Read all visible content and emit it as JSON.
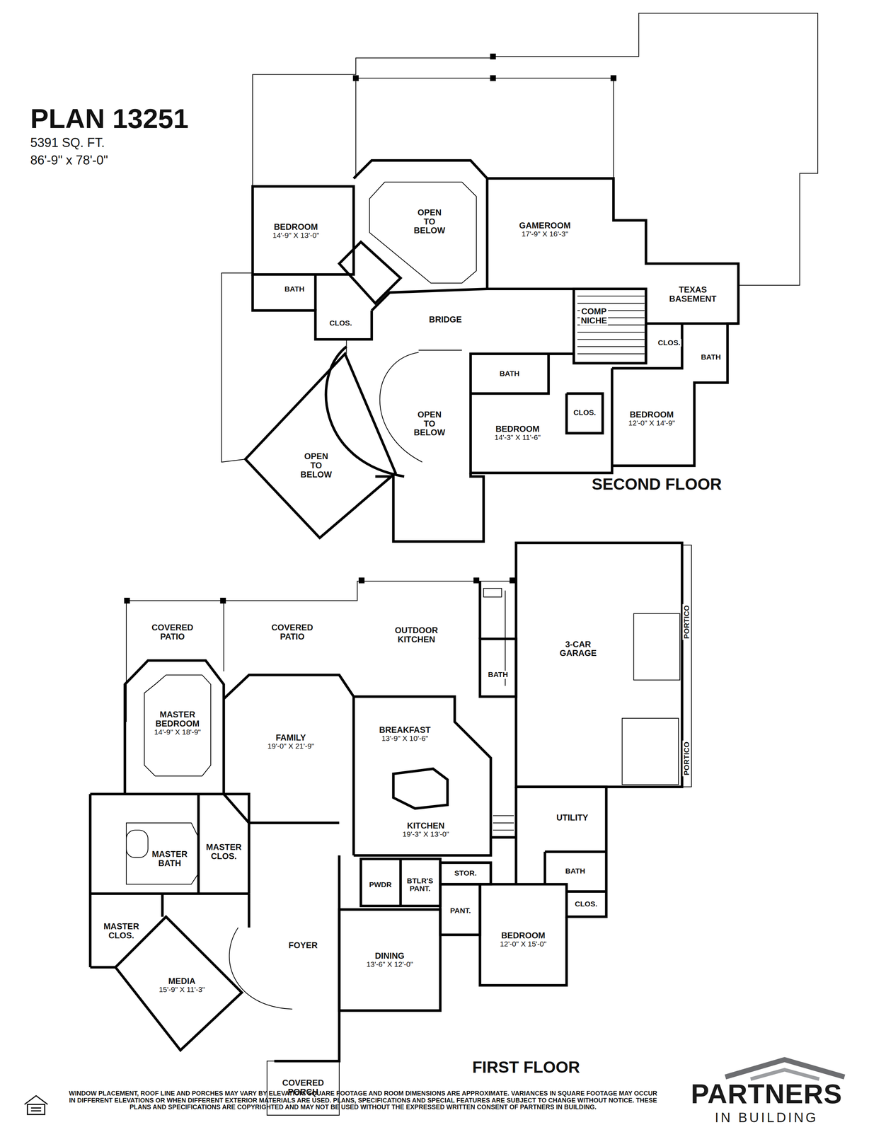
{
  "diagram": {
    "title": "PLAN 13251",
    "nodes": [
      {
        "text": [
          "BEDROOM",
          "14'-9\" X 13'-0\""
        ]
      },
      {
        "text": [
          "OPEN TO BELOW"
        ]
      },
      {
        "text": [
          "GAMEROOM",
          "17'-9\" X 16'-3\""
        ]
      },
      {
        "text": [
          "BATH"
        ]
      },
      {
        "text": [
          "TEXAS BASEMENT"
        ]
      },
      {
        "text": [
          "CLOS."
        ]
      },
      {
        "text": [
          "BRIDGE"
        ]
      },
      {
        "text": [
          "COMP NICHE"
        ]
      },
      {
        "text": [
          "CLOS."
        ]
      },
      {
        "text": [
          "BATH"
        ]
      },
      {
        "text": [
          "BATH"
        ]
      },
      {
        "text": [
          "OPEN TO BELOW"
        ]
      },
      {
        "text": [
          "BEDROOM",
          "14'-3\" X 11'-6\""
        ]
      },
      {
        "text": [
          "CLOS."
        ]
      },
      {
        "text": [
          "BEDROOM",
          "12'-0\" X 14'-9\""
        ]
      },
      {
        "text": [
          "OPEN TO BELOW"
        ]
      },
      {
        "text": [
          "COVERED PATIO"
        ]
      },
      {
        "text": [
          "COVERED PATIO"
        ]
      },
      {
        "text": [
          "OUTDOOR KITCHEN"
        ]
      },
      {
        "text": [
          "3-CAR GARAGE"
        ]
      },
      {
        "text": [
          "PORTICO"
        ]
      },
      {
        "text": [
          "BATH"
        ]
      },
      {
        "text": [
          "MASTER BEDROOM",
          "14'-9\" X 18'-9\""
        ]
      },
      {
        "text": [
          "FAMILY",
          "19'-0\" X 21'-9\""
        ]
      },
      {
        "text": [
          "BREAKFAST",
          "13'-9\" X 10'-6\""
        ]
      },
      {
        "text": [
          "PORTICO"
        ]
      },
      {
        "text": [
          "MASTER BATH"
        ]
      },
      {
        "text": [
          "KITCHEN",
          "19'-3\" X 13'-0\""
        ]
      },
      {
        "text": [
          "UTILITY"
        ]
      },
      {
        "text": [
          "BATH"
        ]
      },
      {
        "text": [
          "PWDR"
        ]
      },
      {
        "text": [
          "BTLR'S PANT."
        ]
      },
      {
        "text": [
          "STOR."
        ]
      },
      {
        "text": [
          "MASTER CLOS."
        ]
      },
      {
        "text": [
          "CLOS."
        ]
      },
      {
        "text": [
          "MASTER CLOS."
        ]
      },
      {
        "text": [
          "FOYER"
        ]
      },
      {
        "text": [
          "DINING",
          "13'-6\" X 12'-0\""
        ]
      },
      {
        "text": [
          "PANT."
        ]
      },
      {
        "text": [
          "BEDROOM",
          "12'-0\" X 15'-0\""
        ]
      },
      {
        "text": [
          "MEDIA",
          "15'-9\" X 11'-3\""
        ]
      },
      {
        "text": [
          "COVERED PORCH"
        ]
      }
    ],
    "labels": [
      "5391 SQ. FT.",
      "86'-9\" x 78'-0\"",
      "SECOND FLOOR",
      "FIRST FLOOR",
      "WINDOW PLACEMENT, ROOF LINE AND PORCHES MAY VARY BY ELEVATION. SQUARE FOOTAGE AND ROOM DIMENSIONS ARE APPROXIMATE. VARIANCES IN SQUARE FOOTAGE MAY OCCUR IN DIFFERENT ELEVATIONS OR WHEN DIFFERENT EXTERIOR MATERIALS ARE USED. PLANS, SPECIFICATIONS AND SPECIAL FEATURES ARE SUBJECT TO CHANGE WITHOUT NOTICE. THESE PLANS AND SPECIFICATIONS ARE COPYRIGHTED AND MAY NOT BE USED WITHOUT THE EXPRESSED WRITTEN CONSENT OF PARTNERS IN BUILDING.",
      "PARTNERS",
      "IN BUILDING"
    ]
  }
}
